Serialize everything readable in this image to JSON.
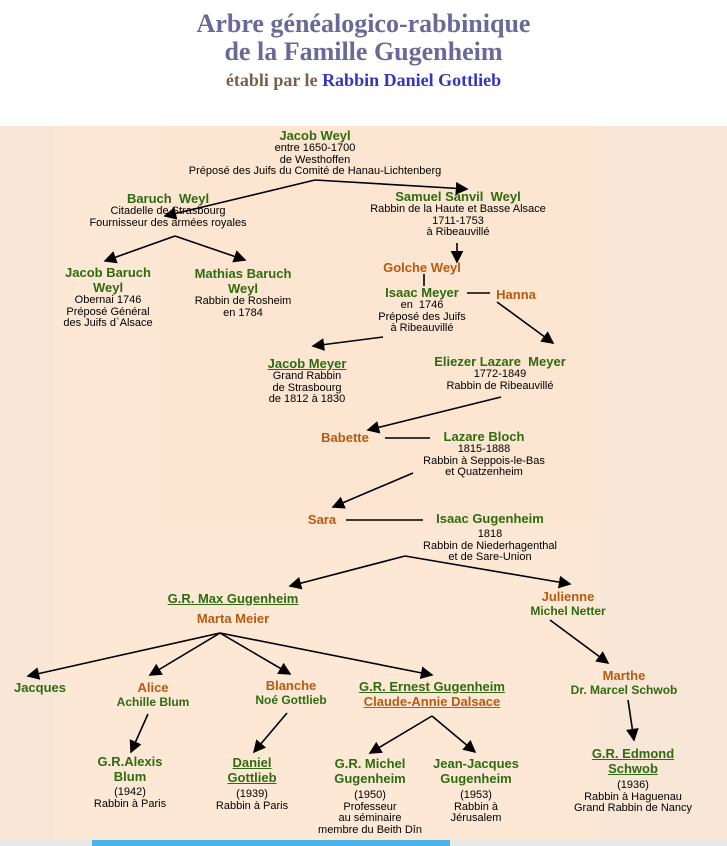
{
  "header": {
    "title_line1": "Arbre généalogico-rabbinique",
    "title_line2": "de la Famille Gugenheim",
    "subtitle_prefix": "établi par le",
    "subtitle_link": "Rabbin Daniel Gottlieb"
  },
  "tree": {
    "jacob_weyl": {
      "name": "Jacob Weyl",
      "lines": [
        "entre 1650-1700",
        "de Westhoffen",
        "Préposé des Juifs du Comité de Hanau-Lichtenberg"
      ]
    },
    "baruch_weyl": {
      "name": "Baruch  Weyl",
      "lines": [
        "Citadelle de Strasbourg",
        "Fournisseur des armées royales"
      ]
    },
    "samuel_weyl": {
      "name": "Samuel Sanvil  Weyl",
      "lines": [
        "Rabbin de la Haute et Basse Alsace",
        "1711-1753",
        "à Ribeauvillé"
      ]
    },
    "jacob_baruch": {
      "name1": "Jacob Baruch",
      "name2": "Weyl",
      "lines": [
        "Obernai 1746",
        "Préposé Général",
        "des Juifs d`Alsace"
      ]
    },
    "mathias_baruch": {
      "name1": "Mathias Baruch",
      "name2": "Weyl",
      "lines": [
        "Rabbin de Rosheim",
        "en 1784"
      ]
    },
    "golche": {
      "name": "Golche Weyl"
    },
    "isaac_meyer": {
      "name": "Isaac Meyer",
      "lines": [
        "en  1746",
        "Préposé des Juifs",
        "à Ribeauvillé"
      ]
    },
    "hanna": {
      "name": "Hanna"
    },
    "jacob_meyer": {
      "name": "Jacob Meyer",
      "lines": [
        "Grand Rabbin",
        "de Strasbourg",
        "de 1812 à 1830"
      ]
    },
    "eliezer": {
      "name": "Eliezer Lazare  Meyer",
      "lines": [
        "1772-1849",
        "Rabbin de Ribeauvillé"
      ]
    },
    "babette": {
      "name": "Babette"
    },
    "lazare_bloch": {
      "name": "Lazare Bloch",
      "lines": [
        "1815-1888",
        "Rabbin à Seppois-le-Bas",
        "et Quatzenheim"
      ]
    },
    "sara": {
      "name": "Sara"
    },
    "isaac_gugenheim": {
      "name": "Isaac Gugenheim",
      "lines": [
        "1818",
        "Rabbin de Niederhagenthal",
        "et de Sare-Union"
      ]
    },
    "max": {
      "name": "G.R. Max Gugenheim",
      "spouse": "Marta Meier"
    },
    "julienne": {
      "name": "Julienne",
      "spouse": "Michel Netter"
    },
    "jacques": {
      "name": "Jacques"
    },
    "alice": {
      "name": "Alice",
      "spouse": "Achille Blum"
    },
    "blanche": {
      "name": "Blanche",
      "spouse": "Noé Gottlieb"
    },
    "ernest": {
      "name": "G.R. Ernest Gugenheim",
      "spouse": "Claude-Annie Dalsace"
    },
    "marthe": {
      "name": "Marthe",
      "spouse": "Dr. Marcel Schwob"
    },
    "alexis": {
      "name1": "G.R.Alexis",
      "name2": "Blum",
      "lines": [
        "(1942)",
        "Rabbin à Paris"
      ]
    },
    "daniel": {
      "name1": "Daniel",
      "name2": "Gottlieb",
      "lines": [
        "(1939)",
        "Rabbin à Paris"
      ]
    },
    "michel": {
      "name1": "G.R. Michel",
      "name2": "Gugenheim",
      "lines": [
        "(1950)",
        "Professeur",
        "au séminaire",
        "membre du Beith Dîn"
      ]
    },
    "jean_jacques": {
      "name1": "Jean-Jacques",
      "name2": "Gugenheim",
      "lines": [
        "(1953)",
        "Rabbin à",
        "Jérusalem"
      ]
    },
    "edmond": {
      "name1": "G.R. Edmond",
      "name2": "Schwob",
      "lines": [
        "(1936)",
        "Rabbin à Haguenau",
        "Grand Rabbin de Nancy"
      ]
    }
  }
}
